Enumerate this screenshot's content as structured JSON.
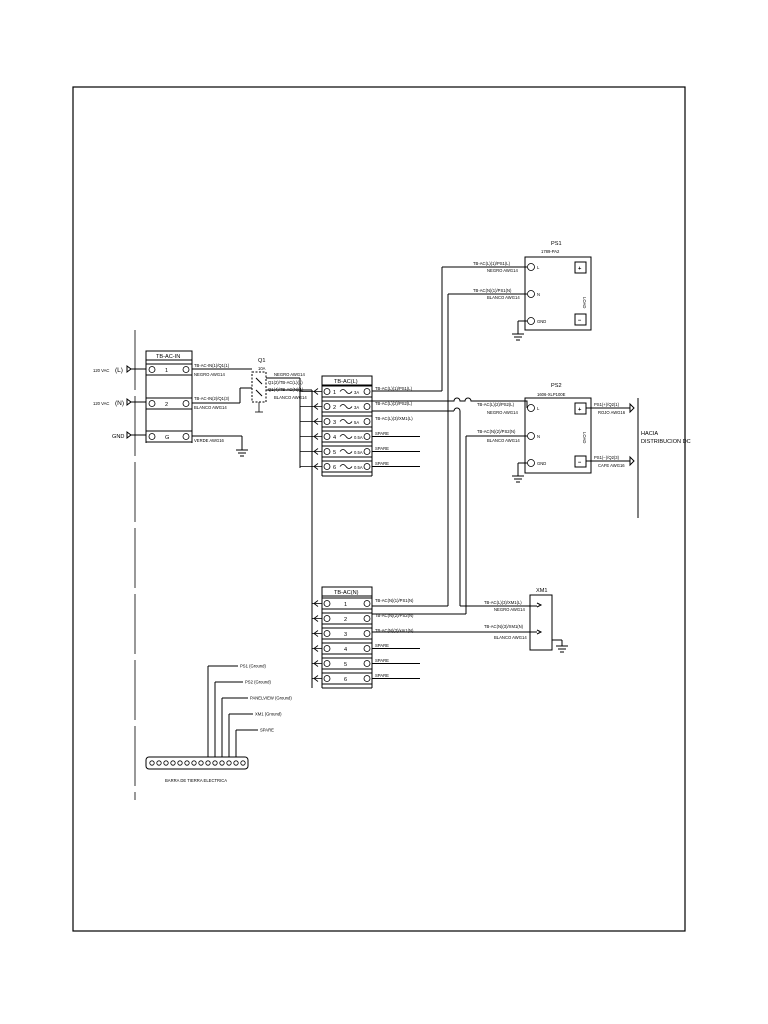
{
  "inputs": {
    "l_label": "120 VAC",
    "l_tag": "(L)",
    "n_label": "120 VAC",
    "n_tag": "(N)",
    "gnd_label": "GND"
  },
  "tb_ac_in": {
    "title": "TB-AC-IN",
    "terminals": [
      "1",
      "2",
      "G"
    ],
    "wire1": "TB-AC-IN(1)/Q1(1)",
    "wire1_spec": "NEGRO AWG14",
    "wire2": "TB-AC-IN(2)/Q1(3)",
    "wire2_spec": "BLANCO AWG14",
    "wire3_spec": "VERDE AWG16"
  },
  "breaker": {
    "name": "Q1",
    "rating": "10A",
    "out1": "Q1(2)/TB-AC(L)(1)",
    "out1_spec": "NEGRO AWG14",
    "out2": "Q1(4)/TB-AC(N)(1)",
    "out2_spec": "BLANCO AWG14"
  },
  "tb_ac_l": {
    "title": "TB-AC(L)",
    "rows": [
      {
        "num": "1",
        "fuse": "3A",
        "wire": "TB-AC(L)(1)/PS1(L)"
      },
      {
        "num": "2",
        "fuse": "3A",
        "wire": "TB-AC(L)(2)/PS2(L)"
      },
      {
        "num": "3",
        "fuse": "5A",
        "wire": "TB-AC(L)(3)/XM1(L)"
      },
      {
        "num": "4",
        "fuse": "0.5A",
        "wire": "SPARE"
      },
      {
        "num": "5",
        "fuse": "0.5A",
        "wire": "SPARE"
      },
      {
        "num": "6",
        "fuse": "0.5A",
        "wire": "SPARE"
      }
    ]
  },
  "tb_ac_n": {
    "title": "TB-AC(N)",
    "rows": [
      {
        "num": "1",
        "wire": "TB-AC(N)(1)/PS1(N)"
      },
      {
        "num": "2",
        "wire": "TB-AC(N)(2)/PS2(N)"
      },
      {
        "num": "3",
        "wire": "TB-AC(N)(3)/xm1(N)"
      },
      {
        "num": "4",
        "wire": "SPARE"
      },
      {
        "num": "5",
        "wire": "SPARE"
      },
      {
        "num": "6",
        "wire": "SPARE"
      }
    ]
  },
  "ps1": {
    "name": "PS1",
    "model": "1789-PA2",
    "terminals": [
      "L",
      "N",
      "GND"
    ],
    "load": "LOAD",
    "plus": "+",
    "minus": "−",
    "wire_l": "TB-AC(L)(1)/PS1(L)",
    "wire_l_spec": "NEGRO AWG14",
    "wire_n": "TB-AC(N)(1)/PS1(N)",
    "wire_n_spec": "BLANCO AWG14"
  },
  "ps2": {
    "name": "PS2",
    "model": "1606-XLP100E",
    "terminals": [
      "L",
      "N",
      "GND"
    ],
    "load": "LOAD",
    "plus": "+",
    "minus": "−",
    "wire_l": "TB-AC(L)(2)/PS2(L)",
    "wire_l_spec": "NEGRO AWG14",
    "wire_n": "TB-AC(N)(2)/PS2(N)",
    "wire_n_spec": "BLANCO AWG14",
    "out_plus": "PS1(+)/Q2(1)",
    "out_plus_spec": "ROJO AWG16",
    "out_minus": "PS1(−)/Q2(3)",
    "out_minus_spec": "CAFE AWG16",
    "dest_line1": "HACIA",
    "dest_line2": "DISTRIBUCION DC"
  },
  "xm1": {
    "name": "XM1",
    "wire_l": "TB-AC(L)(3)/XM1(L)",
    "wire_l_spec": "NEGRO AWG14",
    "wire_n": "TB-AC(N)(3)/XM1(N)",
    "wire_n_spec": "BLANCO AWG14"
  },
  "ground_bar": {
    "title": "BARRA DE TIERRA ELECTRICA",
    "connections": [
      "PS1 (Ground)",
      "PS2 (Ground)",
      "PANELVIEW (Ground)",
      "XM1 (Ground)",
      "SPARE"
    ]
  }
}
